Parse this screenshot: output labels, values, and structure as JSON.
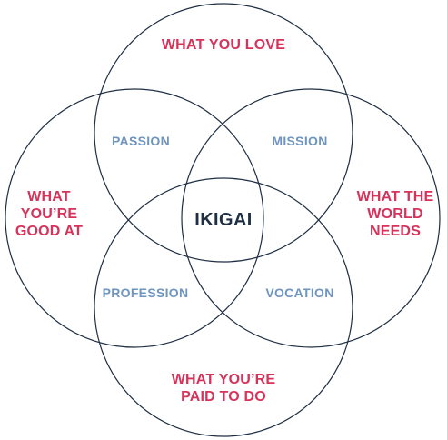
{
  "diagram": {
    "center_label": "IKIGAI",
    "circles": [
      {
        "id": "love",
        "label": "WHAT YOU LOVE"
      },
      {
        "id": "good-at",
        "label": "WHAT\nYOU’RE\nGOOD AT"
      },
      {
        "id": "world-needs",
        "label": "WHAT THE\nWORLD\nNEEDS"
      },
      {
        "id": "paid-for",
        "label": "WHAT YOU’RE\nPAID TO DO"
      }
    ],
    "overlaps": {
      "passion": "PASSION",
      "mission": "MISSION",
      "profession": "PROFESSION",
      "vocation": "VOCATION"
    }
  },
  "colors": {
    "circle_stroke": "#1f2f44",
    "outer_label": "#d6325a",
    "overlap_label": "#6e95c0",
    "center_label": "#1f2f44"
  }
}
